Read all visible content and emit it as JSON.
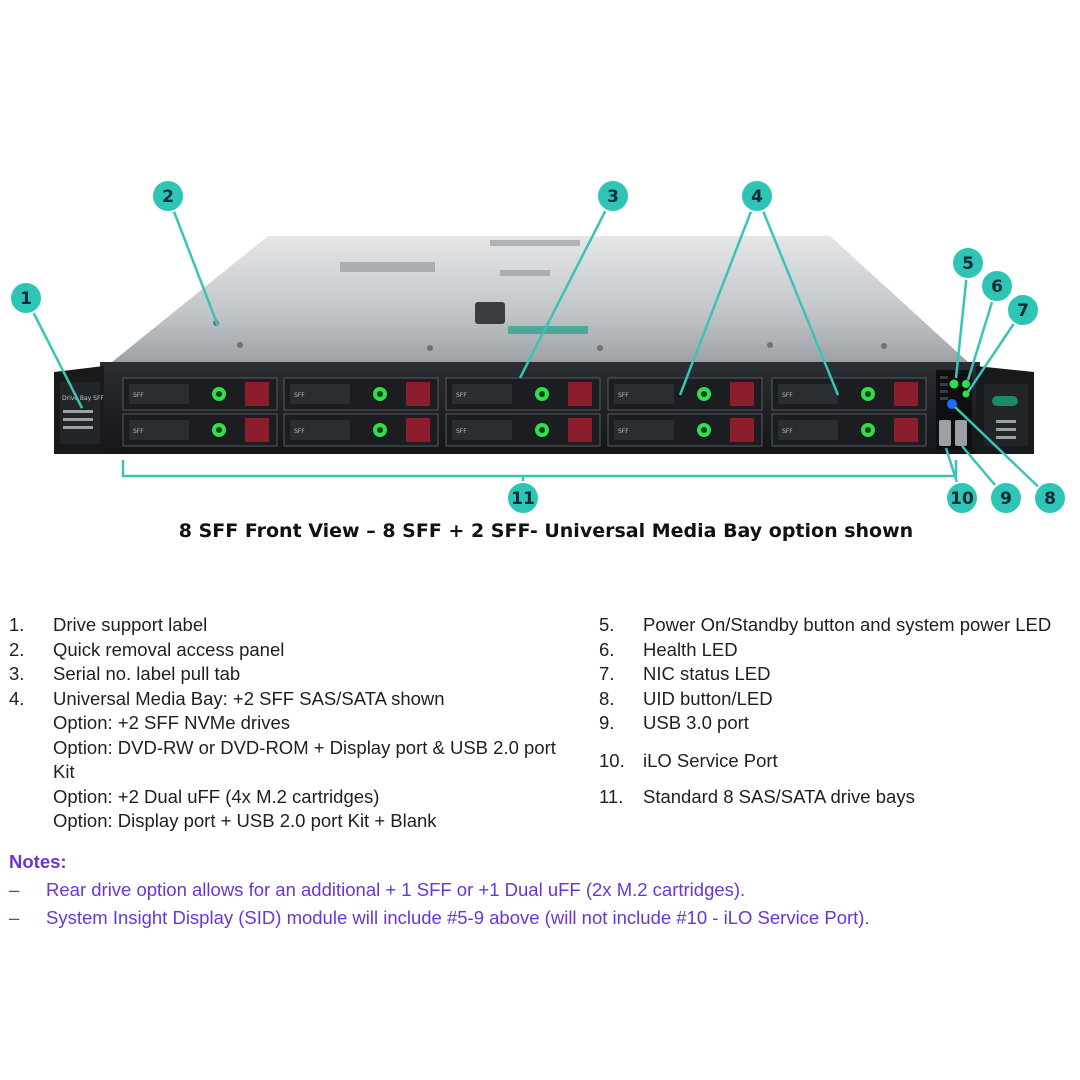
{
  "figure": {
    "caption": "8 SFF Front View – 8 SFF + 2 SFF- Universal Media Bay option shown",
    "callouts": [
      "1",
      "2",
      "3",
      "4",
      "5",
      "6",
      "7",
      "8",
      "9",
      "10",
      "11"
    ],
    "drive_label": "SFF",
    "bezel_label": "Drive Bay SFF"
  },
  "legend_left": [
    {
      "num": "1.",
      "lines": [
        "Drive support label"
      ]
    },
    {
      "num": "2.",
      "lines": [
        "Quick removal access panel"
      ]
    },
    {
      "num": "3.",
      "lines": [
        "Serial no. label pull tab"
      ]
    },
    {
      "num": "4.",
      "lines": [
        "Universal Media Bay: +2 SFF SAS/SATA shown",
        "Option: +2 SFF NVMe drives",
        "Option: DVD-RW or DVD-ROM + Display port & USB 2.0 port",
        "Kit",
        "Option: +2 Dual uFF (4x M.2 cartridges)",
        "Option: Display port + USB 2.0 port Kit + Blank"
      ]
    }
  ],
  "legend_right": [
    {
      "num": "5.",
      "text": "Power On/Standby button and system power LED"
    },
    {
      "num": "6.",
      "text": "Health LED"
    },
    {
      "num": "7.",
      "text": "NIC status LED"
    },
    {
      "num": "8.",
      "text": "UID button/LED"
    },
    {
      "num": "9.",
      "text": "USB 3.0 port"
    },
    {
      "num": "10.",
      "text": "iLO Service Port"
    },
    {
      "num": "11.",
      "text": "Standard 8 SAS/SATA drive bays"
    }
  ],
  "notes": {
    "title": "Notes:",
    "dash": "–",
    "items": [
      "Rear drive option allows for an additional + 1 SFF or +1 Dual uFF (2x M.2 cartridges).",
      "System Insight Display (SID) module will include #5-9 above (will not include #10 - iLO Service Port)."
    ]
  },
  "colors": {
    "callout_fill": "#2ec4b6",
    "callout_stroke": "#ffffff",
    "leader_line": "#3cc3b8",
    "chassis_top": "#c9cccf",
    "bezel": "#1d1f22",
    "drive_release": "#8b1d2c",
    "led_green": "#2fe04a",
    "uid_blue": "#1e6cff",
    "notes_text": "#6a35d8"
  }
}
